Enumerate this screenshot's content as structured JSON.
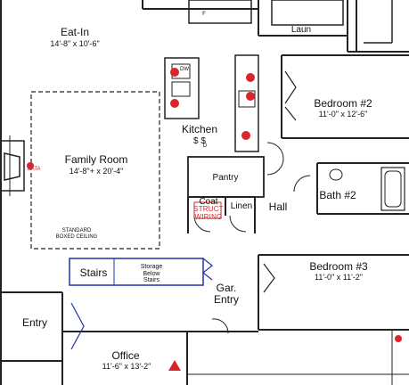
{
  "rooms": {
    "eat_in": {
      "name": "Eat-In",
      "dims": "14'-8\" x 10'-6\""
    },
    "family_room": {
      "name": "Family Room",
      "dims": "14'-8\"+ x 20'-4\""
    },
    "kitchen": {
      "name": "Kitchen"
    },
    "bedroom2": {
      "name": "Bedroom #2",
      "dims": "11'-0\" x 12'-6\""
    },
    "bedroom3": {
      "name": "Bedroom #3",
      "dims": "11'-0\" x 11'-2\""
    },
    "bath2": {
      "name": "Bath #2"
    },
    "hall": {
      "name": "Hall"
    },
    "pantry": {
      "name": "Pantry"
    },
    "coat": {
      "name": "Coat"
    },
    "linen": {
      "name": "Linen"
    },
    "laun": {
      "name": "Laun"
    },
    "stairs": {
      "name": "Stairs"
    },
    "storage": {
      "name": "Storage\nBelow\nStairs"
    },
    "gar_entry": {
      "name": "Gar.\nEntry"
    },
    "entry": {
      "name": "Entry"
    },
    "office": {
      "name": "Office",
      "dims": "11'-6\" x 13'-2\""
    }
  },
  "notes": {
    "ceiling": "STANDARD\nBOXED CEILING",
    "struct": "STRUCT\nWIRING",
    "dw": "DW",
    "fridge": "F",
    "switches": "$ $",
    "switch_sub": "D",
    "fireplace": "DATA"
  },
  "colors": {
    "wall": "#222222",
    "accent": "#d8262b",
    "stairs": "#2233aa"
  }
}
